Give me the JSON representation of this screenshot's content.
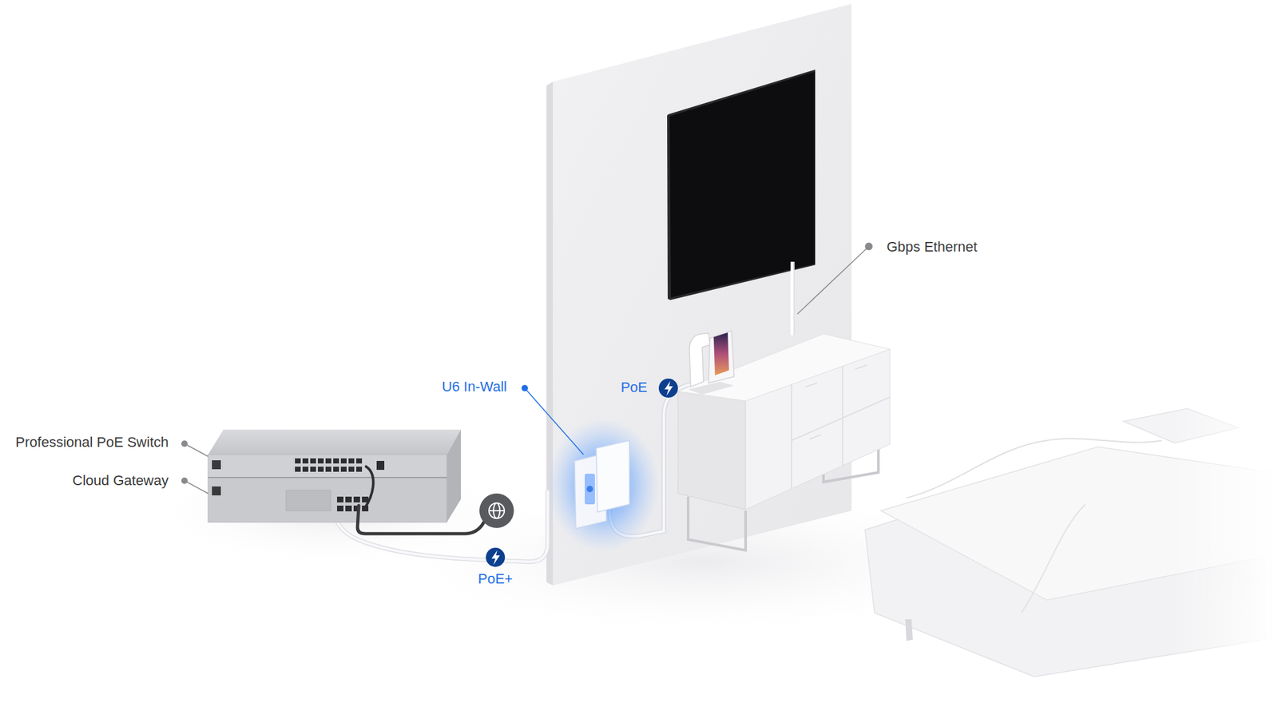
{
  "diagram": {
    "labels": [
      "Professional PoE Switch",
      "Cloud Gateway",
      "U6 In-Wall",
      "PoE",
      "PoE+",
      "Gbps Ethernet"
    ]
  }
}
